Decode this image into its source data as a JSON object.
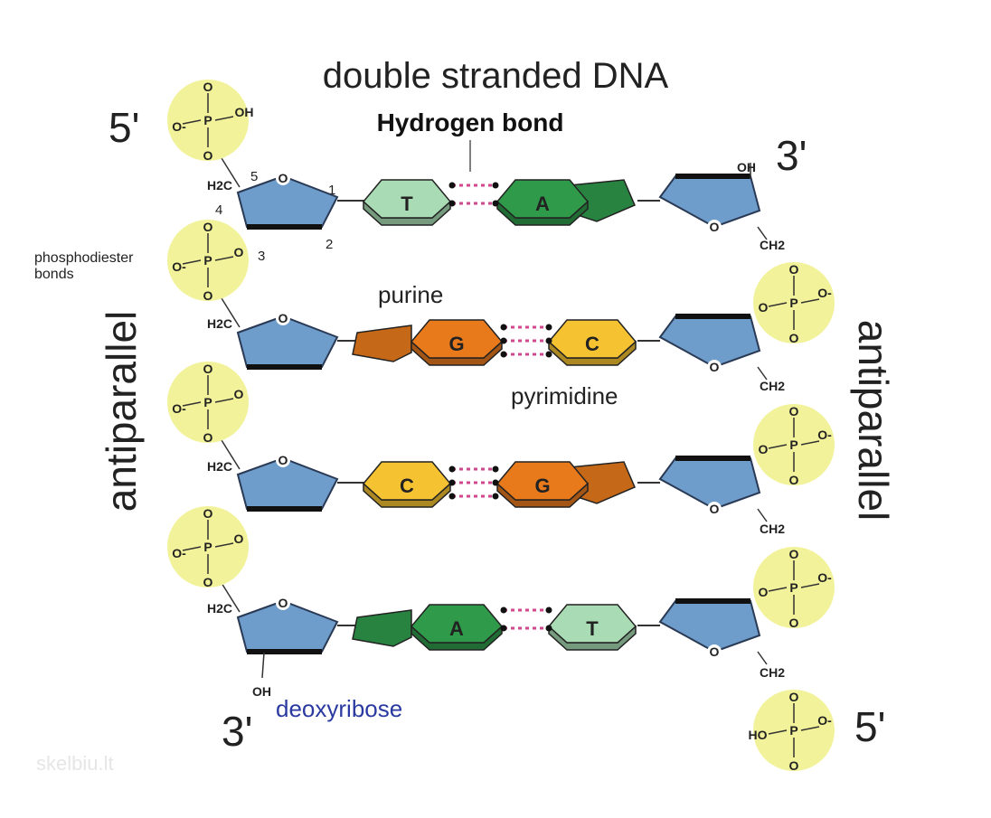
{
  "title": "double stranded DNA",
  "hydrogen_bond_label": "Hydrogen bond",
  "strand_ends": {
    "left_top": "5'",
    "left_bottom": "3'",
    "right_top": "3'",
    "right_bottom": "5'"
  },
  "antiparallel_left": "antiparallel",
  "antiparallel_right": "antiparallel",
  "labels": {
    "phosphodiester": "phosphodiester",
    "bonds": "bonds",
    "purine": "purine",
    "pyrimidine": "pyrimidine",
    "deoxyribose": "deoxyribose",
    "watermark": "skelbiu.lt"
  },
  "carbon_numbers": [
    "1",
    "2",
    "3",
    "4",
    "5"
  ],
  "chem": {
    "oh": "OH",
    "h2c": "H2C",
    "ch2": "CH2",
    "ho": "HO",
    "o": "O",
    "o_minus": "O-",
    "p": "P"
  },
  "base_pairs": [
    {
      "left": "T",
      "right": "A"
    },
    {
      "left": "G",
      "right": "C"
    },
    {
      "left": "C",
      "right": "G"
    },
    {
      "left": "A",
      "right": "T"
    }
  ],
  "colors": {
    "sugar": "#6e9ccb",
    "phosphate_glow": "#f2f29a",
    "adenine": "#2e9a4a",
    "thymine": "#a9dcb4",
    "guanine": "#e87a1c",
    "cytosine": "#f5c232",
    "hbond": "#d0498e"
  }
}
